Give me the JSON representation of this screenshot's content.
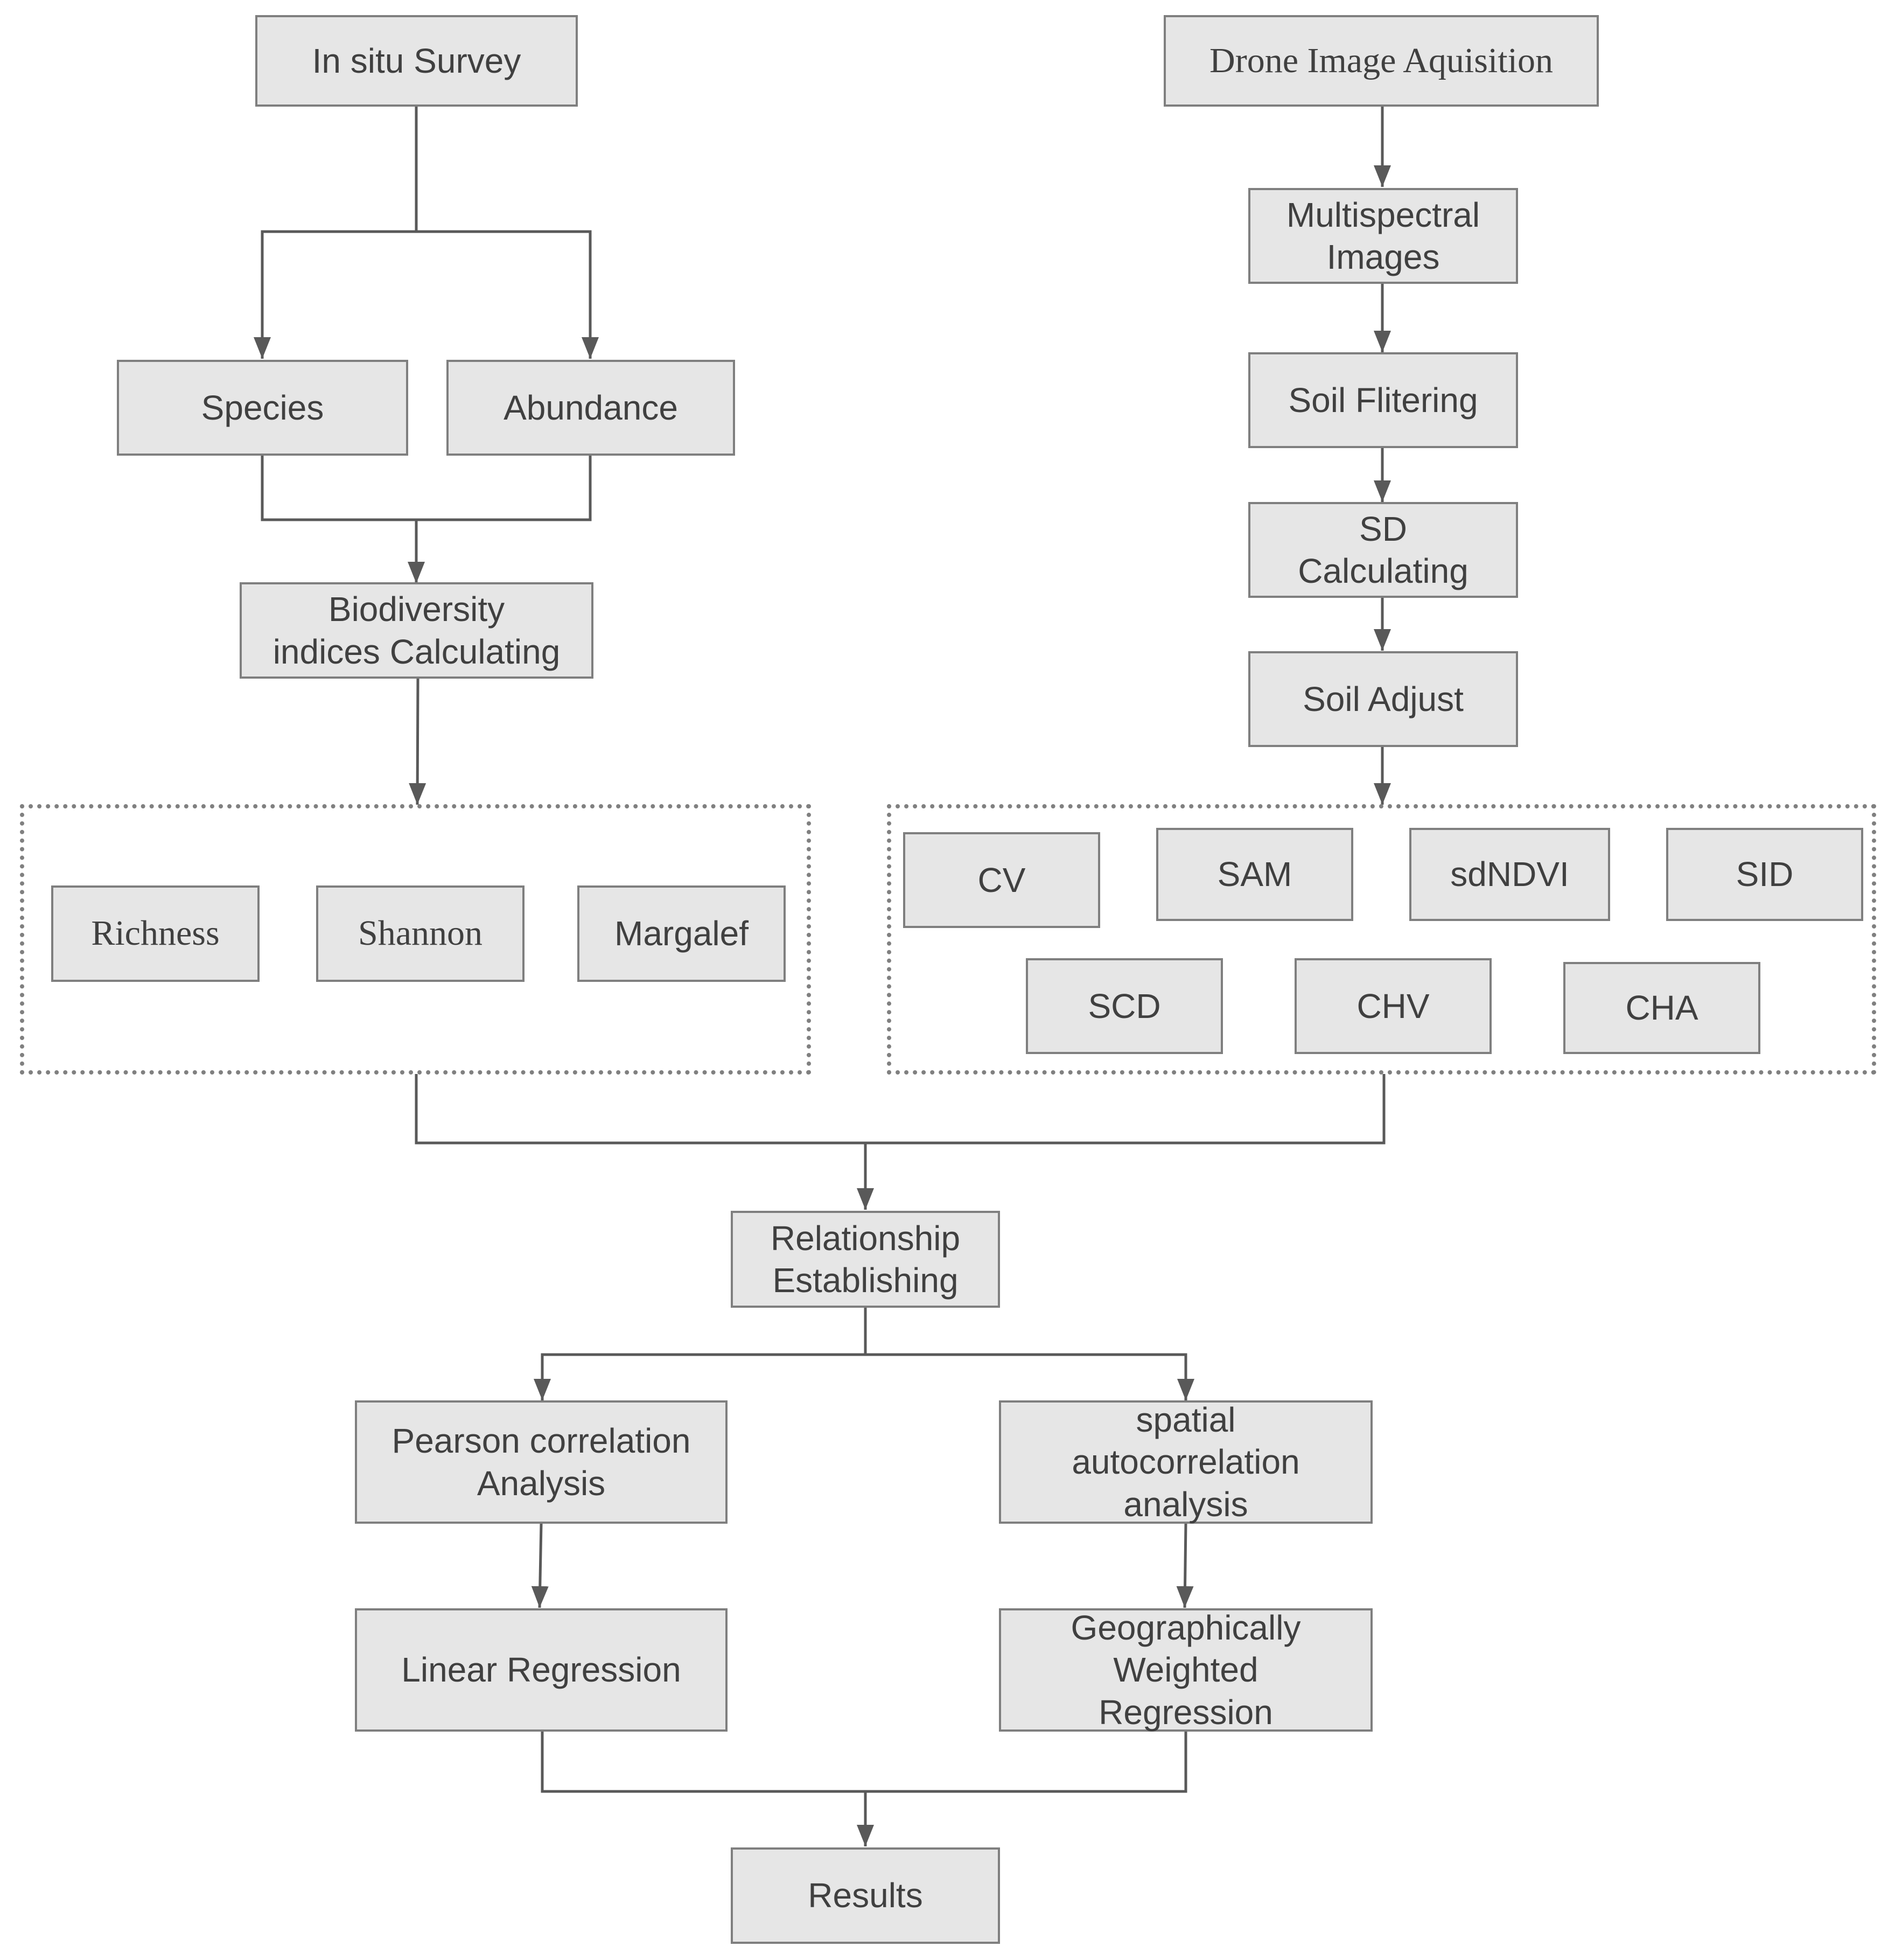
{
  "colors": {
    "box_fill": "#e6e6e6",
    "box_border": "#7f7f7f",
    "text": "#404040",
    "connector": "#595959",
    "group_border": "#808080"
  },
  "nodes": {
    "in_situ_survey": "In situ Survey",
    "species": "Species",
    "abundance": "Abundance",
    "biodiversity": "Biodiversity\nindices Calculating",
    "richness": "Richness",
    "shannon": "Shannon",
    "margalef": "Margalef",
    "drone": "Drone Image Aquisition",
    "multispectral": "Multispectral\nImages",
    "soil_filtering": "Soil Flitering",
    "sd_calculating": "SD\nCalculating",
    "soil_adjust": "Soil Adjust",
    "cv": "CV",
    "sam": "SAM",
    "sdndvi": "sdNDVI",
    "sid": "SID",
    "scd": "SCD",
    "chv": "CHV",
    "cha": "CHA",
    "relationship": "Relationship\nEstablishing",
    "pearson": "Pearson correlation\nAnalysis",
    "spatial": "spatial\nautocorrelation\nanalysis",
    "linear": "Linear Regression",
    "gwr": "Geographically\nWeighted\nRegression",
    "results": "Results"
  }
}
